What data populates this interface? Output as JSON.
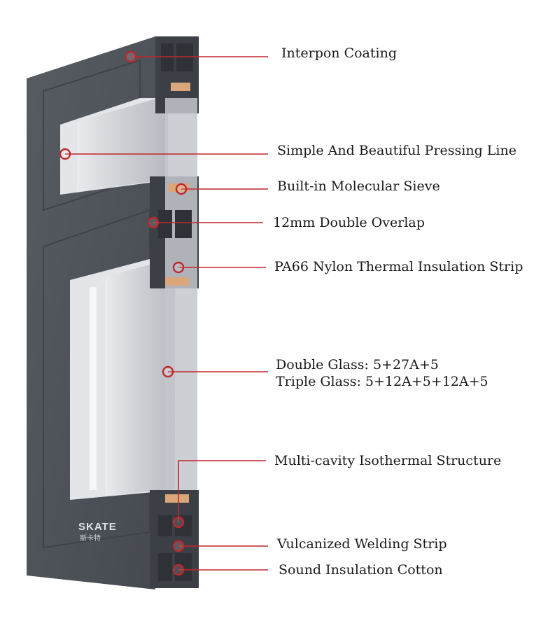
{
  "brand": {
    "logo_text": "SKATE",
    "logo_subtext": "斯卡特"
  },
  "colors": {
    "frame": "#4d5259",
    "frame_dark": "#3a3e44",
    "frame_light": "#5c6168",
    "glass": "#c9ccd0",
    "accent": "#c0272d",
    "strip": "#d9a77a",
    "text": "#1a1a1a"
  },
  "callouts": [
    {
      "id": "interpon-coating",
      "lines": [
        "Interpon Coating"
      ]
    },
    {
      "id": "pressing-line",
      "lines": [
        "Simple And Beautiful Pressing Line"
      ]
    },
    {
      "id": "molecular-sieve",
      "lines": [
        "Built-in Molecular Sieve"
      ]
    },
    {
      "id": "double-overlap",
      "lines": [
        "12mm Double Overlap"
      ]
    },
    {
      "id": "nylon-strip",
      "lines": [
        "PA66 Nylon Thermal Insulation Strip"
      ]
    },
    {
      "id": "glass",
      "lines": [
        "Double Glass: 5+27A+5",
        "Triple Glass: 5+12A+5+12A+5"
      ]
    },
    {
      "id": "isothermal",
      "lines": [
        "Multi-cavity Isothermal Structure"
      ]
    },
    {
      "id": "welding-strip",
      "lines": [
        "Vulcanized Welding Strip"
      ]
    },
    {
      "id": "sound-cotton",
      "lines": [
        "Sound Insulation Cotton"
      ]
    }
  ]
}
